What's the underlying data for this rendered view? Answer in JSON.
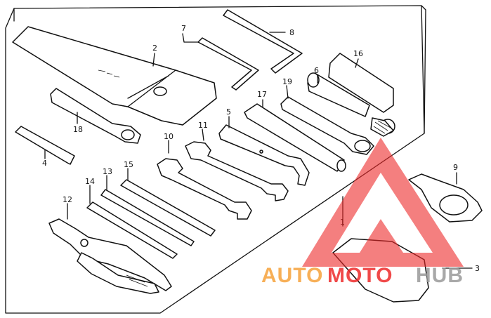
{
  "parts": {
    "p1": "1",
    "p2": "2",
    "p3": "3",
    "p4": "4",
    "p5": "5",
    "p6": "6",
    "p7": "7",
    "p8": "8",
    "p9": "9",
    "p10": "10",
    "p11": "11",
    "p12": "12",
    "p13": "13",
    "p14": "14",
    "p15": "15",
    "p16": "16",
    "p17": "17",
    "p18": "18",
    "p19": "19"
  },
  "watermark": {
    "auto": "AUTO",
    "moto": "MOTO",
    "hub": "HUB",
    "colors": {
      "red": "#ee2a2a",
      "orange": "#f6a23a",
      "gray": "#9a9a9a"
    }
  }
}
